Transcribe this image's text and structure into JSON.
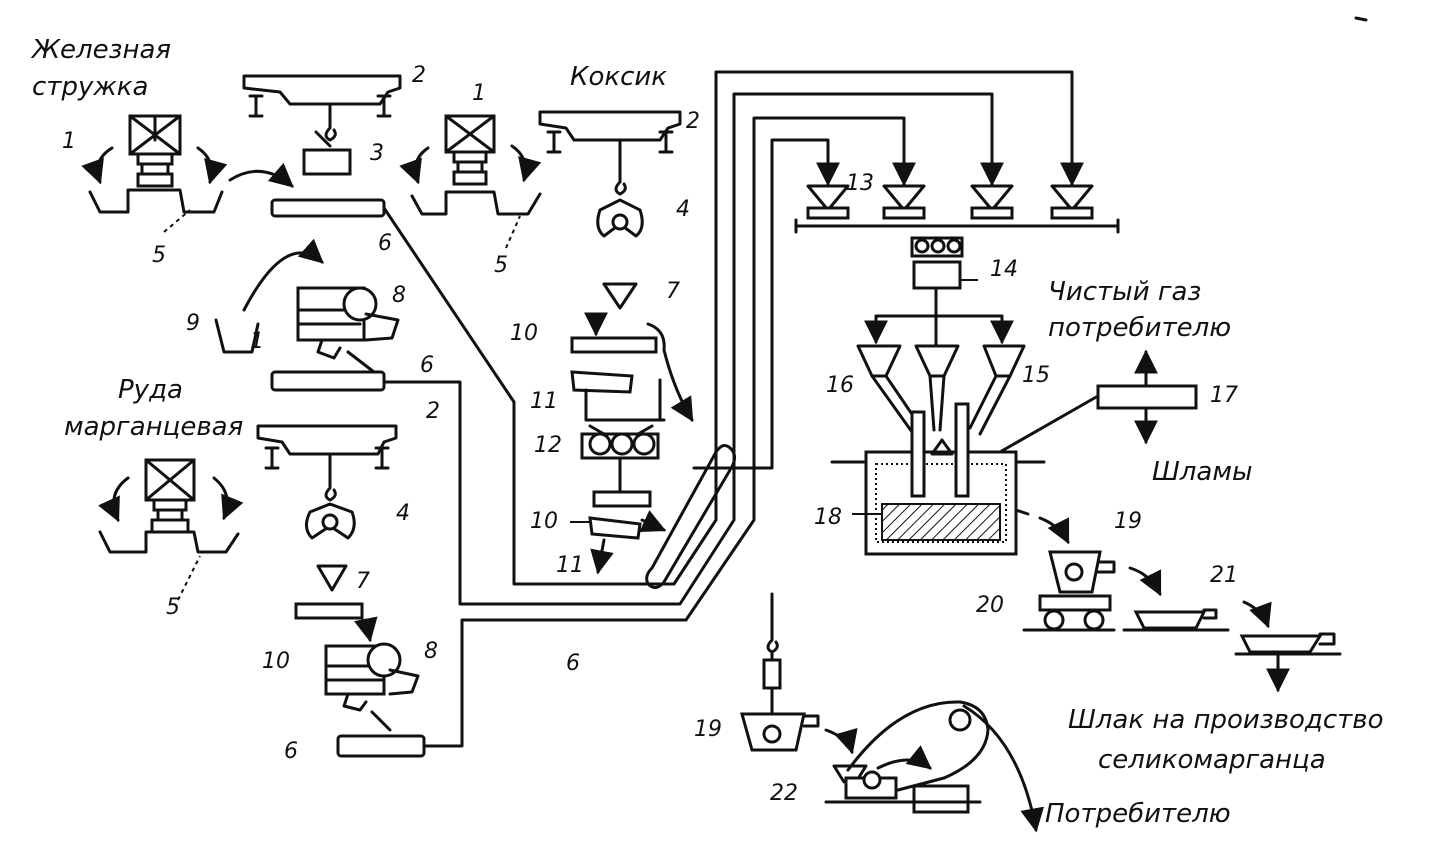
{
  "labels": {
    "iron_shavings_1": "Железная",
    "iron_shavings_2": "стружка",
    "coke": "Коксик",
    "ore_1": "Руда",
    "ore_2": "марганцевая",
    "clean_gas_1": "Чистый газ",
    "clean_gas_2": "потребителю",
    "sludge": "Шламы",
    "slag_1": "Шлак на производство",
    "slag_2": "селикомарганца",
    "consumer": "Потребителю"
  },
  "numbers": {
    "n1a": "1",
    "n1b": "1",
    "n1c": "1",
    "n2a": "2",
    "n2b": "2",
    "n2c": "2",
    "n3": "3",
    "n4a": "4",
    "n4b": "4",
    "n5a": "5",
    "n5b": "5",
    "n5c": "5",
    "n6a": "6",
    "n6b": "6",
    "n6c": "6",
    "n6d": "6",
    "n7a": "7",
    "n7b": "7",
    "n8a": "8",
    "n8b": "8",
    "n9": "9",
    "n10a": "10",
    "n10b": "10",
    "n10c": "10",
    "n11a": "11",
    "n11b": "11",
    "n12": "12",
    "n13": "13",
    "n14": "14",
    "n15": "15",
    "n16": "16",
    "n17": "17",
    "n18": "18",
    "n19a": "19",
    "n19b": "19",
    "n20": "20",
    "n21": "21",
    "n22": "22"
  }
}
